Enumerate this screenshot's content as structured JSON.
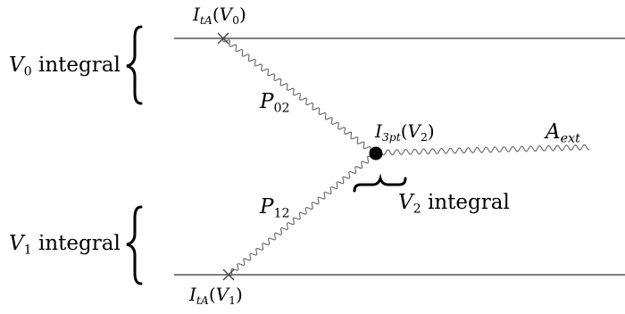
{
  "labels": {
    "top_vertex": {
      "base": "I",
      "sub": "tA",
      "arg_base": "V",
      "arg_sub": "0"
    },
    "bottom_vertex": {
      "base": "I",
      "sub": "tA",
      "arg_base": "V",
      "arg_sub": "1"
    },
    "three_point_vertex": {
      "base": "I",
      "sub": "3pt",
      "arg_base": "V",
      "arg_sub": "2"
    },
    "external_field": {
      "base": "A",
      "sub": "ext"
    },
    "propagator_top": {
      "base": "P",
      "sub": "02"
    },
    "propagator_bottom": {
      "base": "P",
      "sub": "12"
    },
    "v0_integral": {
      "base": "V",
      "sub": "0",
      "word": "integral"
    },
    "v1_integral": {
      "base": "V",
      "sub": "1",
      "word": "integral"
    },
    "v2_integral": {
      "base": "V",
      "sub": "2",
      "word": "integral"
    }
  },
  "colors": {
    "ink": "#000000",
    "line": "#555555",
    "wavy": "#666666"
  },
  "icons": {
    "vertex_marker": "cross-mark",
    "interaction_point": "filled-dot"
  }
}
